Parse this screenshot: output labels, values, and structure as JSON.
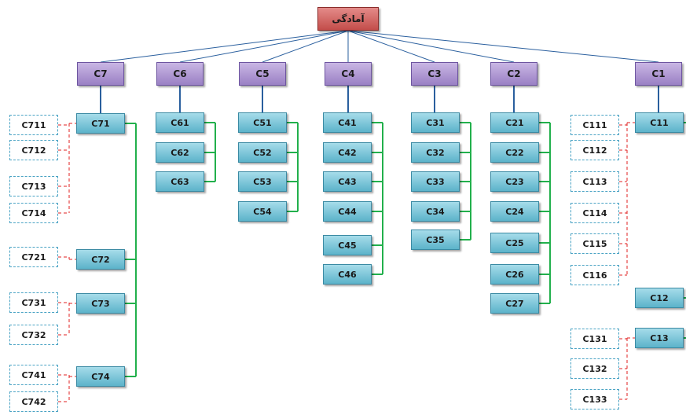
{
  "root": "آمادگی",
  "categories": [
    "C1",
    "C2",
    "C3",
    "C4",
    "C5",
    "C6",
    "C7"
  ],
  "subcriteria": {
    "C1": [
      "C11",
      "C12",
      "C13"
    ],
    "C2": [
      "C21",
      "C22",
      "C23",
      "C24",
      "C25",
      "C26",
      "C27"
    ],
    "C3": [
      "C31",
      "C32",
      "C33",
      "C34",
      "C35"
    ],
    "C4": [
      "C41",
      "C42",
      "C43",
      "C44",
      "C45",
      "C46"
    ],
    "C5": [
      "C51",
      "C52",
      "C53",
      "C54"
    ],
    "C6": [
      "C61",
      "C62",
      "C63"
    ],
    "C7": [
      "C71",
      "C72",
      "C73",
      "C74"
    ]
  },
  "indicators": {
    "C11": [
      "C111",
      "C112",
      "C113",
      "C114",
      "C115",
      "C116"
    ],
    "C13": [
      "C131",
      "C132",
      "C133"
    ],
    "C71": [
      "C711",
      "C712",
      "C713",
      "C714"
    ],
    "C72": [
      "C721"
    ],
    "C73": [
      "C731",
      "C732"
    ],
    "C74": [
      "C741",
      "C742"
    ]
  },
  "colors": {
    "main_line": "#2a5f9e",
    "group_line": "#22b04c",
    "indicator_line": "#e02020"
  }
}
